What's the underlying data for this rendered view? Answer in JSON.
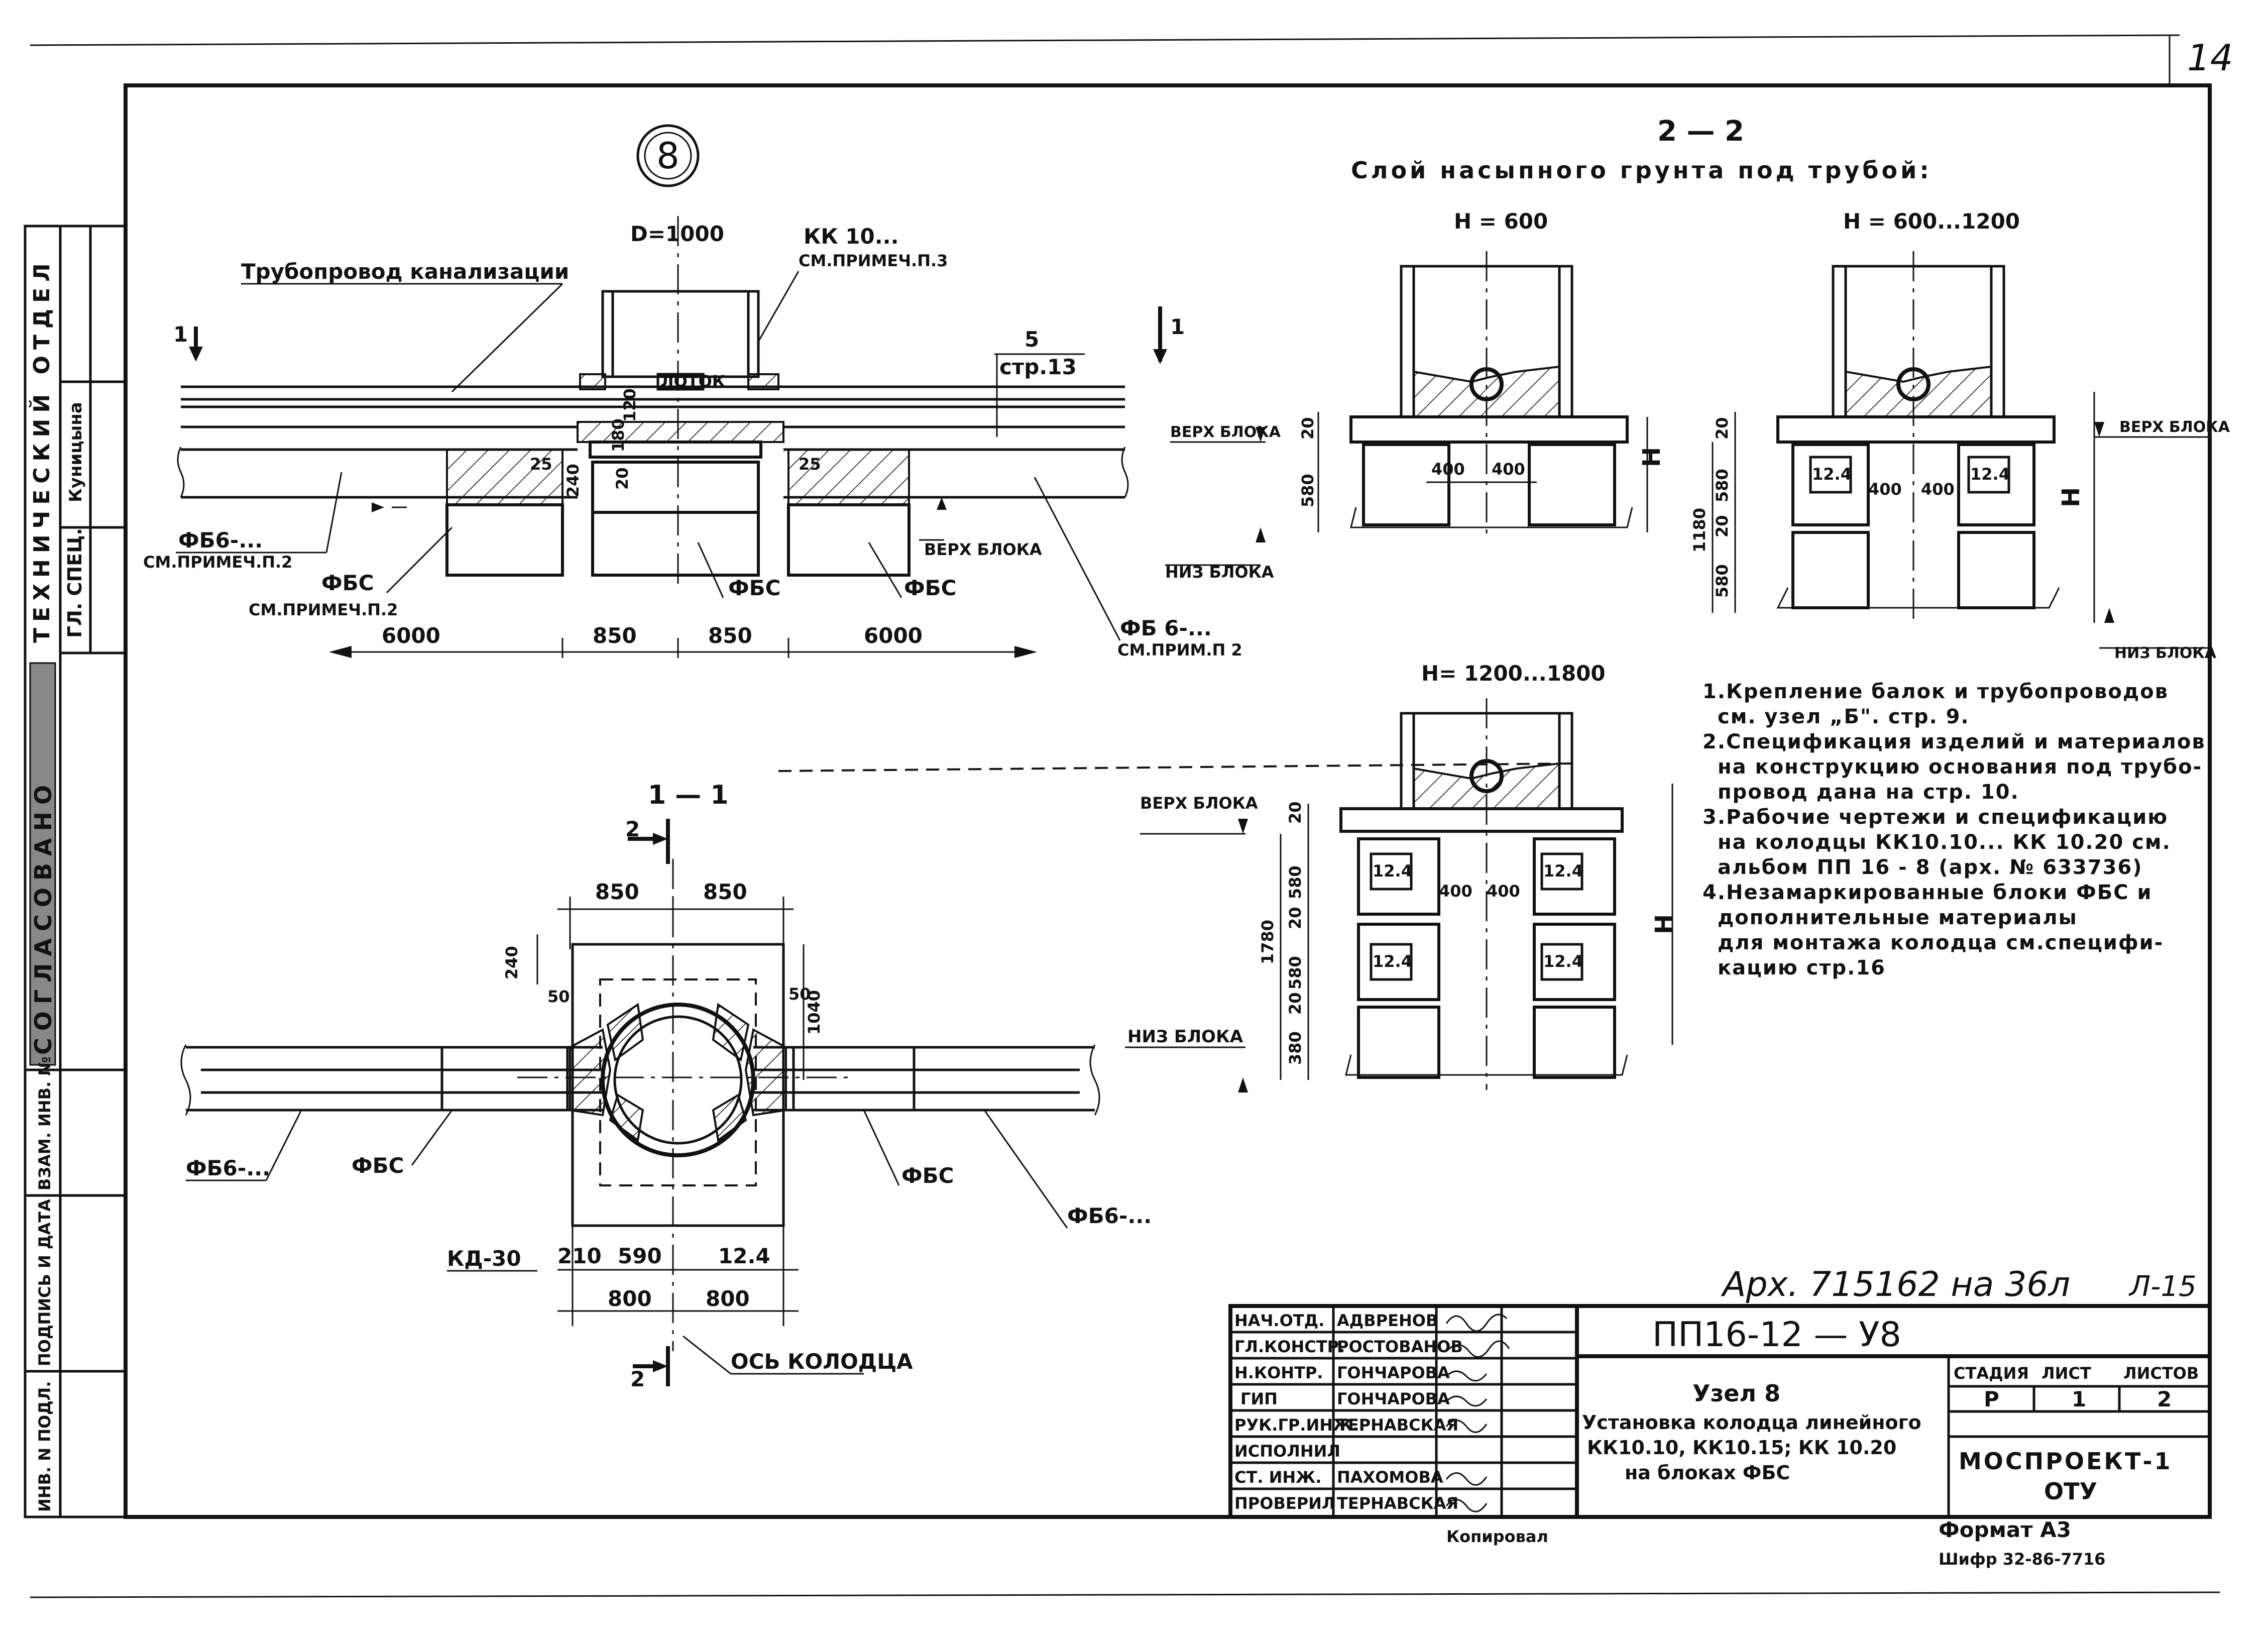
{
  "sheet": {
    "page_number": "14",
    "node_mark": "8",
    "archive_note": "Арх. 715162 на 36л",
    "sheet_ref": "Л-15"
  },
  "left_stamp": {
    "soglasovano": "СОГЛАСОВАНО",
    "tech_dept": "ТЕХНИЧЕСКИЙ ОТДЕЛ",
    "gl_spec": "ГЛ. СПЕЦ.",
    "kunitsina": "Куницына",
    "vzam_inv": "ВЗАМ. ИНВ. №",
    "podpis_data": "ПОДПИСЬ И ДАТА",
    "inv_podl": "ИНВ. N ПОДЛ."
  },
  "plan_view": {
    "pipeline_label": "Трубопровод канализации",
    "d_label": "D=1000",
    "kk_label": "КК 10...",
    "kk_note": "СМ.ПРИМЕЧ.П.3",
    "lotok": "ЛОТОК",
    "ref_5": "5",
    "ref_str13": "стр.13",
    "section_mark_left": "1",
    "section_mark_right": "1",
    "fb6_left": "ФБ6-...",
    "fb6_left_note": "СМ.ПРИМЕЧ.П.2",
    "fbs_left": "ФБС",
    "fbs_left_note": "СМ.ПРИМЕЧ.П.2",
    "fbs_center": "ФБС",
    "fbs_right": "ФБС",
    "verh_bloka": "ВЕРХ БЛОКА",
    "fb6_right": "ФБ 6-...",
    "fb6_right_note": "СМ.ПРИМ.П 2",
    "dim_6000_left": "6000",
    "dim_850_a": "850",
    "dim_850_b": "850",
    "dim_6000_right": "6000",
    "dim_25_a": "25",
    "dim_25_b": "25",
    "dim_240": "240",
    "dim_20": "20",
    "dim_180": "180",
    "dim_120": "120"
  },
  "section_1_1": {
    "title": "1 — 1",
    "mark_2_top": "2",
    "mark_2_bottom": "2",
    "dim_850_a": "850",
    "dim_850_b": "850",
    "dim_240": "240",
    "dim_50_l": "50",
    "dim_50_r": "50",
    "dim_1040": "1040",
    "fb6_left": "ФБ6-...",
    "fbs_left": "ФБС",
    "fbs_right": "ФБС",
    "fb6_right": "ФБ6-...",
    "kd": "КД-30",
    "dim_210": "210",
    "dim_590": "590",
    "dim_124": "12.4",
    "dim_800_a": "800",
    "dim_800_b": "800",
    "axis_label": "ОСЬ КОЛОДЦА"
  },
  "section_2_2": {
    "title": "2 — 2",
    "subtitle": "Слой насыпного грунта под трубой:",
    "h600": "H = 600",
    "h600_1200": "H = 600...1200",
    "h1200_1800": "H= 1200...1800",
    "verh_bloka": "ВЕРХ БЛОКА",
    "niz_bloka": "НИЗ БЛОКА",
    "dim_20": "20",
    "dim_580": "580",
    "dim_1180": "1180",
    "dim_1780": "1780",
    "dim_380": "380",
    "dim_400": "400",
    "dim_124": "12.4",
    "h_label": "H"
  },
  "notes": [
    "1.Крепление балок и трубопроводов",
    "см. узел „Б\". стр. 9.",
    "2.Спецификация изделий и материалов",
    "на конструкцию основания под трубо-",
    "провод дана на стр. 10.",
    "3.Рабочие чертежи и спецификацию",
    "на колодцы КК10.10... КК 10.20 см.",
    "альбом ПП 16 - 8 (арх. № 633736)",
    "4.Незамаркированные блоки ФБС и",
    "дополнительные материалы",
    "для монтажа колодца см.специфи-",
    "кацию стр.16"
  ],
  "title_block": {
    "code": "ПП16-12 — У8",
    "roles": [
      "НАЧ.ОТД.",
      "ГЛ.КОНСТР.",
      "Н.КОНТР.",
      "ГИП",
      "РУК.ГР.ИНЖ.",
      "ИСПОЛНИЛ",
      "СТ. ИНЖ.",
      "ПРОВЕРИЛ"
    ],
    "names": [
      "АДВРЕНОВ",
      "РОСТОВАНОВ",
      "ГОНЧАРОВА",
      "ГОНЧАРОВА",
      "ТЕРНАВСКАЯ",
      "",
      "ПАХОМОВА",
      "ТЕРНАВСКАЯ"
    ],
    "title_l1": "Узел 8",
    "title_l2": "Установка колодца линейного",
    "title_l3": "КК10.10, КК10.15; КК 10.20",
    "title_l4": "на блоках ФБС",
    "stage_h": "СТАДИЯ",
    "sheet_h": "ЛИСТ",
    "sheets_h": "ЛИСТОВ",
    "stage": "Р",
    "sheet": "1",
    "sheets": "2",
    "org_l1": "МОСПРОЕКТ-1",
    "org_l2": "ОТУ",
    "kopiroval": "Копировал",
    "format": "Формат А3",
    "shifr": "Шифр 32-86-7716"
  }
}
